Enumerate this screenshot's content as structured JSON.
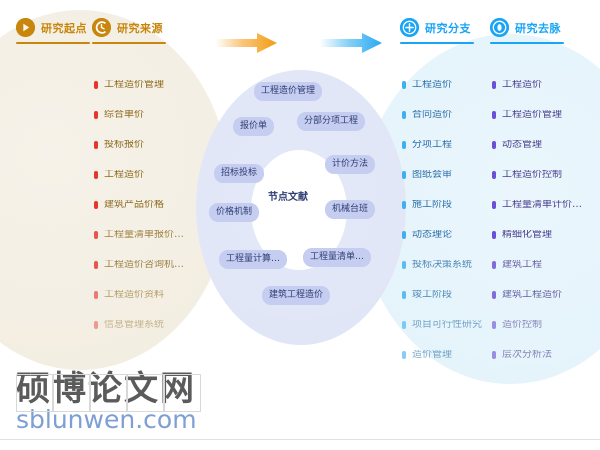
{
  "columns": {
    "start": {
      "icon": "play-circle-icon",
      "title": "研究起点",
      "accent": "#c8860d",
      "items": []
    },
    "source": {
      "icon": "clock-circle-icon",
      "title": "研究来源",
      "accent": "#c8860d",
      "bullet_color": "#e8342a",
      "items": [
        "工程造价管理",
        "综合单价",
        "投标报价",
        "工程造价",
        "建筑产品价格",
        "工程量清单报价…",
        "工程造价咨询机…",
        "工程造价资料",
        "信息管理系统"
      ]
    },
    "branch": {
      "icon": "plus-circle-icon",
      "title": "研究分支",
      "accent": "#18a5f5",
      "bullet_color": "#3eb0ef",
      "items": [
        "工程造价",
        "合同造价",
        "分项工程",
        "图纸会审",
        "施工阶段",
        "动态理论",
        "投标决策系统",
        "竣工阶段",
        "项目可行性研究",
        "造价管理"
      ]
    },
    "lineage": {
      "icon": "target-circle-icon",
      "title": "研究去脉",
      "accent": "#18a5f5",
      "bullet_color": "#6b4fd8",
      "items": [
        "工程造价",
        "工程造价管理",
        "动态管理",
        "工程造价控制",
        "工程量清单计价…",
        "精细化管理",
        "建筑工程",
        "建筑工程造价",
        "造价控制",
        "层次分析法"
      ]
    }
  },
  "arrows": [
    {
      "name": "orange-arrow",
      "color_from": "#ffffff",
      "color_to": "#f39c12"
    },
    {
      "name": "blue-arrow",
      "color_from": "#ffffff",
      "color_to": "#2aa8f2"
    }
  ],
  "center": {
    "node_label": "节点文献",
    "bubbles": [
      "工程造价管理",
      "报价单",
      "分部分项工程",
      "招标投标",
      "计价方法",
      "价格机制",
      "机械台班",
      "工程量计算…",
      "工程量清单…",
      "建筑工程造价"
    ]
  },
  "watermark": {
    "cn": "硕博论文网",
    "en": "sblunwen.com"
  }
}
